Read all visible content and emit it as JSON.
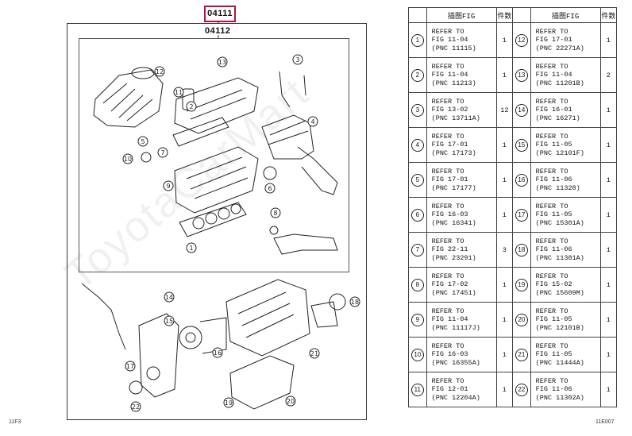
{
  "diagram": {
    "code_top": "04111",
    "code_sub": "04112",
    "watermark": "ToyotaCarMart",
    "footer_left": "11F3",
    "footer_right": "11E007",
    "callouts": [
      "1",
      "2",
      "3",
      "4",
      "5",
      "6",
      "7",
      "8",
      "9",
      "10",
      "11",
      "12",
      "13",
      "14",
      "15",
      "16",
      "17",
      "18",
      "19",
      "20",
      "21",
      "22"
    ]
  },
  "table": {
    "headers": [
      "",
      "插图FIG",
      "件数",
      "",
      "插图FIG",
      "件数"
    ],
    "rows": [
      {
        "n1": "1",
        "ref1": [
          "REFER TO",
          "FIG 11-04",
          "(PNC 11115)"
        ],
        "q1": "1",
        "n2": "12",
        "ref2": [
          "REFER TO",
          "FIG 17-01",
          "(PNC 22271A)"
        ],
        "q2": "1"
      },
      {
        "n1": "2",
        "ref1": [
          "REFER TO",
          "FIG 11-04",
          "(PNC 11213)"
        ],
        "q1": "1",
        "n2": "13",
        "ref2": [
          "REFER TO",
          "FIG 11-04",
          "(PNC 11201B)"
        ],
        "q2": "2"
      },
      {
        "n1": "3",
        "ref1": [
          "REFER TO",
          "FIG 13-02",
          "(PNC 13711A)"
        ],
        "q1": "12",
        "n2": "14",
        "ref2": [
          "REFER TO",
          "FIG 16-01",
          "(PNC 16271)"
        ],
        "q2": "1"
      },
      {
        "n1": "4",
        "ref1": [
          "REFER TO",
          "FIG 17-01",
          "(PNC 17173)"
        ],
        "q1": "1",
        "n2": "15",
        "ref2": [
          "REFER TO",
          "FIG 11-05",
          "(PNC 12101F)"
        ],
        "q2": "1"
      },
      {
        "n1": "5",
        "ref1": [
          "REFER TO",
          "FIG 17-01",
          "(PNC 17177)"
        ],
        "q1": "1",
        "n2": "16",
        "ref2": [
          "REFER TO",
          "FIG 11-06",
          "(PNC 11328)"
        ],
        "q2": "1"
      },
      {
        "n1": "6",
        "ref1": [
          "REFER TO",
          "FIG 16-03",
          "(PNC 16341)"
        ],
        "q1": "1",
        "n2": "17",
        "ref2": [
          "REFER TO",
          "FIG 11-05",
          "(PNC 15301A)"
        ],
        "q2": "1"
      },
      {
        "n1": "7",
        "ref1": [
          "REFER TO",
          "FIG 22-11",
          "(PNC 23291)"
        ],
        "q1": "3",
        "n2": "18",
        "ref2": [
          "REFER TO",
          "FIG 11-06",
          "(PNC 11381A)"
        ],
        "q2": "1"
      },
      {
        "n1": "8",
        "ref1": [
          "REFER TO",
          "FIG 17-02",
          "(PNC 17451)"
        ],
        "q1": "1",
        "n2": "19",
        "ref2": [
          "REFER TO",
          "FIG 15-02",
          "(PNC 15609M)"
        ],
        "q2": "1"
      },
      {
        "n1": "9",
        "ref1": [
          "REFER TO",
          "FIG 11-04",
          "(PNC 11117J)"
        ],
        "q1": "1",
        "n2": "20",
        "ref2": [
          "REFER TO",
          "FIG 11-05",
          "(PNC 12101B)"
        ],
        "q2": "1"
      },
      {
        "n1": "10",
        "ref1": [
          "REFER TO",
          "FIG 16-03",
          "(PNC 16355A)"
        ],
        "q1": "1",
        "n2": "21",
        "ref2": [
          "REFER TO",
          "FIG 11-05",
          "(PNC 11444A)"
        ],
        "q2": "1"
      },
      {
        "n1": "11",
        "ref1": [
          "REFER TO",
          "FIG 12-01",
          "(PNC 12204A)"
        ],
        "q1": "1",
        "n2": "22",
        "ref2": [
          "REFER TO",
          "FIG 11-06",
          "(PNC 11302A)"
        ],
        "q2": "1"
      }
    ]
  }
}
